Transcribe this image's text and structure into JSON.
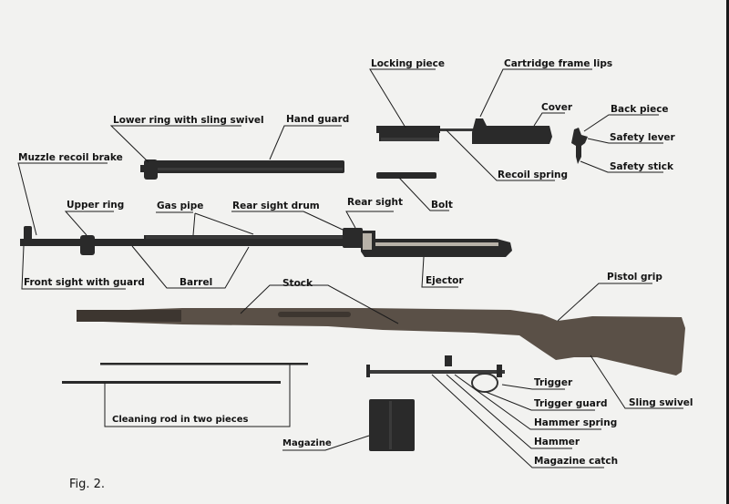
{
  "figure": {
    "caption": "Fig. 2.",
    "labels": {
      "lower_ring": "Lower ring with  sling swivel",
      "hand_guard": "Hand guard",
      "muzzle_brake": "Muzzle recoil brake",
      "locking_piece": "Locking piece",
      "cartridge_lips": "Cartridge frame lips",
      "cover": "Cover",
      "back_piece": "Back piece",
      "safety_lever": "Safety lever",
      "safety_stick": "Safety stick",
      "recoil_spring": "Recoil spring",
      "bolt": "Bolt",
      "upper_ring": "Upper ring",
      "gas_pipe": "Gas pipe",
      "rear_sight_drum": "Rear sight drum",
      "rear_sight": "Rear sight",
      "front_sight": "Front sight with guard",
      "barrel": "Barrel",
      "ejector": "Ejector",
      "stock": "Stock",
      "pistol_grip": "Pistol grip",
      "trigger": "Trigger",
      "trigger_guard": "Trigger guard",
      "hammer_spring": "Hammer spring",
      "hammer": "Hammer",
      "magazine_catch": "Magazine catch",
      "sling_swivel": "Sling swivel",
      "cleaning_rod": "Cleaning rod in two pieces",
      "magazine": "Magazine"
    }
  }
}
